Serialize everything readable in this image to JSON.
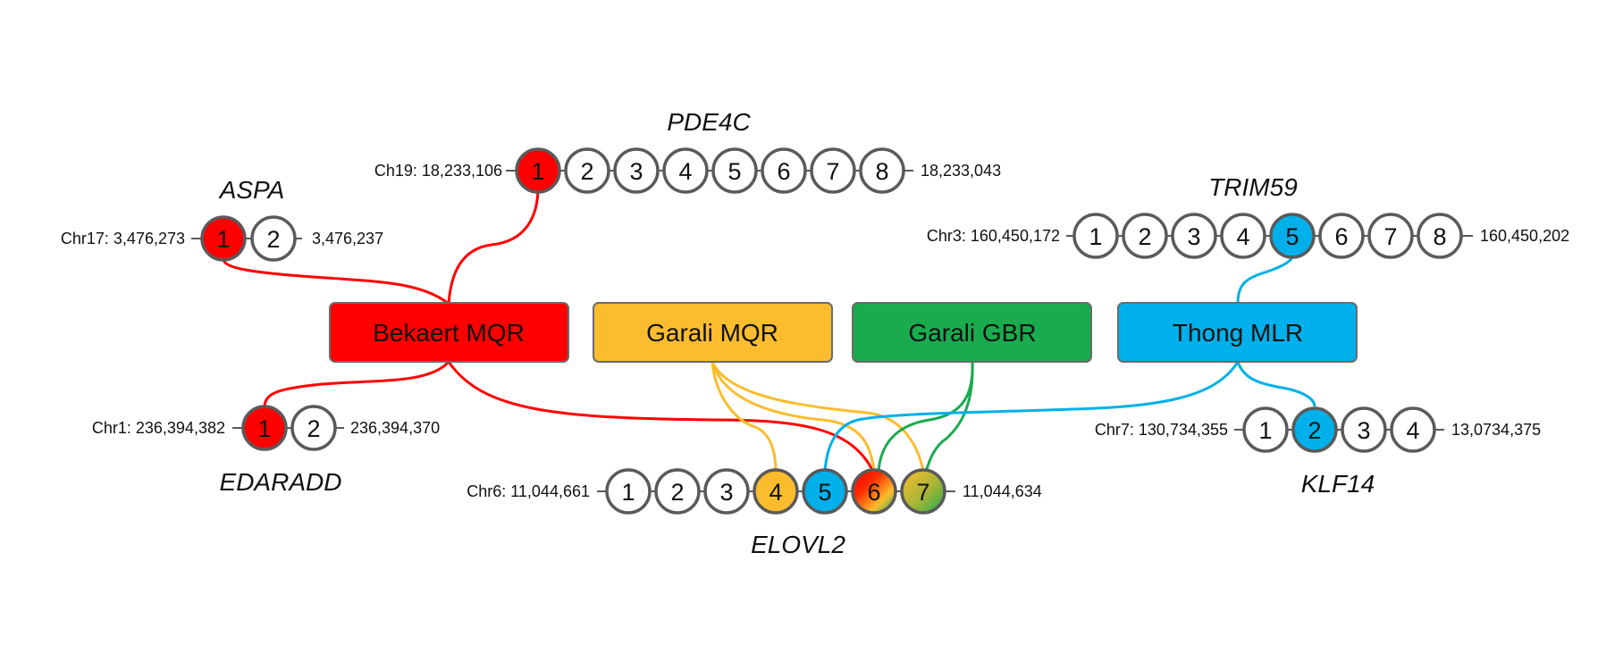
{
  "colors": {
    "bekaert": "#ff0000",
    "garali_mqr": "#fbbd2d",
    "garali_gbr": "#1aab4f",
    "thong": "#00b0ea",
    "circle_stroke": "#5a5a5a",
    "box_stroke": "#6b6b6b"
  },
  "models": {
    "bekaert": "Bekaert MQR",
    "garali_mqr": "Garali MQR",
    "garali_gbr": "Garali GBR",
    "thong": "Thong MLR"
  },
  "genes": {
    "pde4c": {
      "name": "PDE4C",
      "start": "Ch19: 18,233,106",
      "end": "18,233,043",
      "sites": [
        "1",
        "2",
        "3",
        "4",
        "5",
        "6",
        "7",
        "8"
      ]
    },
    "aspa": {
      "name": "ASPA",
      "start": "Chr17: 3,476,273",
      "end": "3,476,237",
      "sites": [
        "1",
        "2"
      ]
    },
    "trim59": {
      "name": "TRIM59",
      "start": "Chr3: 160,450,172",
      "end": "160,450,202",
      "sites": [
        "1",
        "2",
        "3",
        "4",
        "5",
        "6",
        "7",
        "8"
      ]
    },
    "edaradd": {
      "name": "EDARADD",
      "start": "Chr1: 236,394,382",
      "end": "236,394,370",
      "sites": [
        "1",
        "2"
      ]
    },
    "elovl2": {
      "name": "ELOVL2",
      "start": "Chr6: 11,044,661",
      "end": "11,044,634",
      "sites": [
        "1",
        "2",
        "3",
        "4",
        "5",
        "6",
        "7"
      ]
    },
    "klf14": {
      "name": "KLF14",
      "start": "Chr7: 130,734,355",
      "end": "13,0734,375",
      "sites": [
        "1",
        "2",
        "3",
        "4"
      ]
    }
  }
}
